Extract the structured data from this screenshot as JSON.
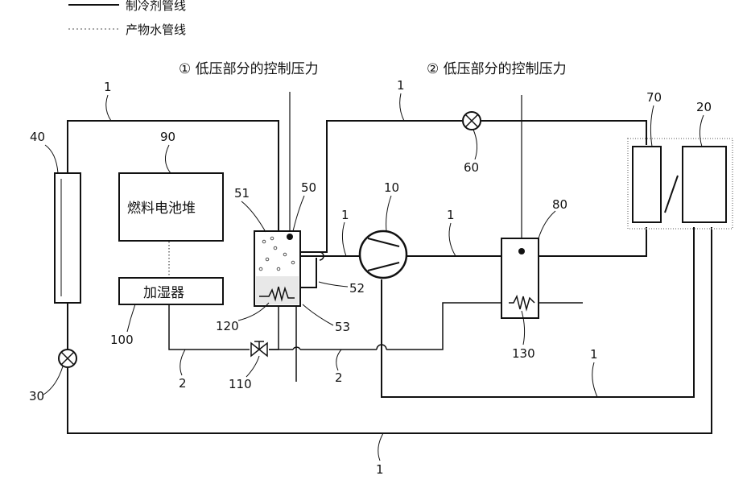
{
  "legend": {
    "refrigerant_line": "制冷剂管线",
    "water_line": "产物水管线"
  },
  "annotations": {
    "control_pressure_1": "① 低压部分的控制压力",
    "control_pressure_2": "② 低压部分的控制压力"
  },
  "components": {
    "fuel_cell_stack": "燃料电池堆",
    "humidifier": "加湿器"
  },
  "labels": {
    "n1": "1",
    "n2": "2",
    "n10": "10",
    "n20": "20",
    "n30": "30",
    "n40": "40",
    "n50": "50",
    "n51": "51",
    "n52": "52",
    "n53": "53",
    "n60": "60",
    "n70": "70",
    "n80": "80",
    "n90": "90",
    "n100": "100",
    "n110": "110",
    "n120": "120",
    "n130": "130"
  },
  "colors": {
    "line": "#111111",
    "water_line": "#888888",
    "frame": "#aaaaaa",
    "tank_fill": "#e8e8e8"
  }
}
